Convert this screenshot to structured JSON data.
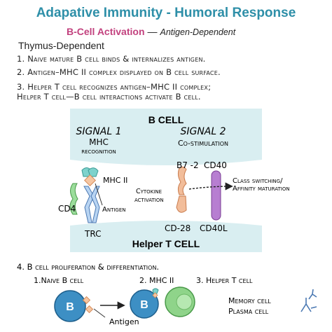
{
  "title": "Adapative Immunity - Humoral Response",
  "subtitle": {
    "main": "B-Cell Activation",
    "dash": "—",
    "dependency": "Antigen-Dependent"
  },
  "section_heading": "Thymus-Dependent",
  "steps": [
    "1. Naive mature B cell binds & internalizes antigen.",
    "2. Antigen–MHC II complex displayed on B cell surface.",
    "3. Helper T cell recognizes antigen–MHC II complex;",
    "Helper T cell—B cell interactions activate B cell.",
    "4. B cell proliferation & differentiation."
  ],
  "diagram": {
    "b_cell_label": "B CELL",
    "t_cell_label": "Helper T CELL",
    "signal1": {
      "title": "SIGNAL 1",
      "line1": "MHC",
      "line2": "recognition"
    },
    "signal2": {
      "title": "SIGNAL 2",
      "line1": "Co-stimulation"
    },
    "labels": {
      "mhc": "MHC II",
      "cd4": "CD4",
      "antigen": "Antigen",
      "trc": "TRC",
      "cytokine1": "Cytokine",
      "cytokine2": "activation",
      "b7": "B7 -2",
      "cd40": "CD40",
      "cd28": "CD-28",
      "cd40l": "CD40L",
      "class1": "Class switching/",
      "class2": "Affinity maturation"
    }
  },
  "differentiation": {
    "stage1": "1.Naive B cell",
    "stage2": "2. MHC II",
    "stage3": "3. Helper T cell",
    "cell_letter_1": "B",
    "cell_letter_2": "B",
    "antigen": "Antigen",
    "memory": "Memory cell",
    "plasma": "Plasma cell"
  },
  "colors": {
    "title": "#2e8fa8",
    "subtitle": "#c2417e",
    "membrane": "#d9eef1",
    "b_cell": "#3d8fc4",
    "t_cell": "#8fd48a",
    "cd40l": "#b77ed1",
    "cd28": "#e2a178"
  }
}
